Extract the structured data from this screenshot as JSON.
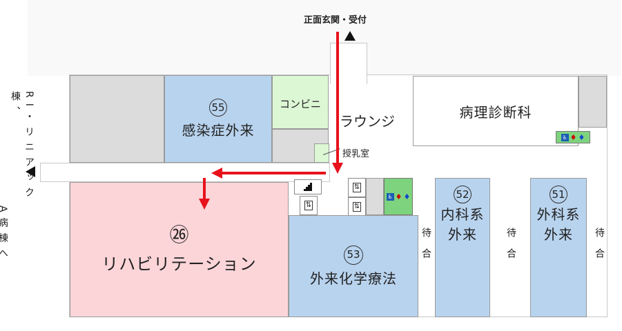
{
  "entrance_label": "正面玄関・受付",
  "side_label_top": "RI・リニアック棟、",
  "side_label_bottom": "A病棟へ",
  "rooms": {
    "infection": {
      "number": "55",
      "name": "感染症外来"
    },
    "convenience": {
      "name": "コンビニ"
    },
    "lounge": {
      "name": "ラウンジ"
    },
    "pathology": {
      "name": "病理診断科"
    },
    "nursing": {
      "name": "授乳室"
    },
    "rehab": {
      "number": "㉖",
      "name": "リハビリテーション"
    },
    "chemo": {
      "number": "53",
      "name": "外来化学療法"
    },
    "internal": {
      "number": "52",
      "name_line1": "内科系",
      "name_line2": "外来"
    },
    "surgery": {
      "number": "51",
      "name_line1": "外科系",
      "name_line2": "外来"
    }
  },
  "waiting_label": "待合",
  "icons": {
    "elevator": "elevator-icon",
    "stairs": "stairs-icon",
    "restroom": "restroom-icon",
    "accessible": "wheelchair-icon",
    "arrow": "arrow-icon"
  },
  "colors": {
    "route_arrow": "#e8111b",
    "room_blue": "#b8d3ee",
    "room_pink": "#fcd5d9",
    "room_green": "#dcf7d4",
    "room_gray": "#dcdcdc"
  }
}
